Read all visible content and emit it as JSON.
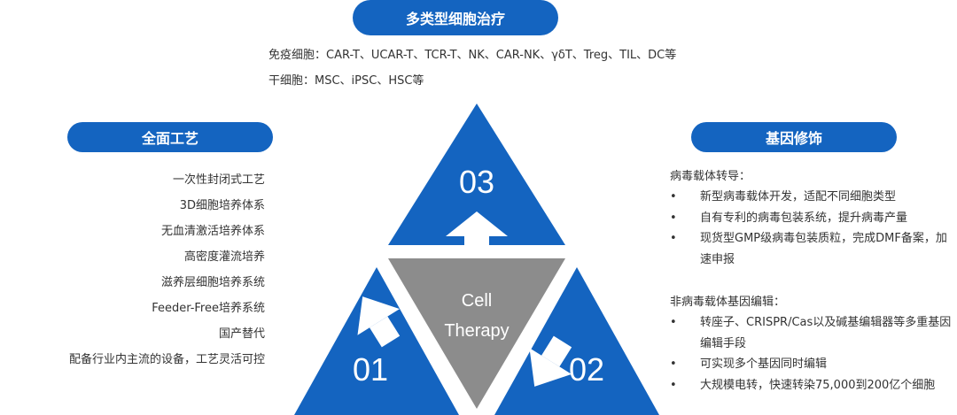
{
  "top_section": {
    "title": "多类型细胞治疗",
    "lines": [
      "免疫细胞：CAR-T、UCAR-T、TCR-T、NK、CAR-NK、γδT、Treg、TIL、DC等",
      "干细胞：MSC、iPSC、HSC等"
    ]
  },
  "left_section": {
    "title": "全面工艺",
    "items": [
      "一次性封闭式工艺",
      "3D细胞培养体系",
      "无血清激活培养体系",
      "高密度灌流培养",
      "滋养层细胞培养系统",
      "Feeder-Free培养系统",
      "国产替代",
      "配备行业内主流的设备，工艺灵活可控"
    ]
  },
  "right_section": {
    "title": "基因修饰",
    "viral_heading": "病毒载体转导：",
    "viral_items": [
      "新型病毒载体开发，适配不同细胞类型",
      "自有专利的病毒包装系统，提升病毒产量",
      "现货型GMP级病毒包装质粒，完成DMF备案，加速申报"
    ],
    "nonviral_heading": "非病毒载体基因编辑：",
    "nonviral_items": [
      "转座子、CRISPR/Cas以及碱基编辑器等多重基因编辑手段",
      "可实现多个基因同时编辑",
      "大规模电转，快速转染75,000到200亿个细胞"
    ],
    "bullet": "•"
  },
  "diagram": {
    "center_line1": "Cell",
    "center_line2": "Therapy",
    "top_number": "03",
    "left_number": "01",
    "right_number": "02",
    "blue_color": "#1464c0",
    "center_color": "#8c8c8c"
  }
}
